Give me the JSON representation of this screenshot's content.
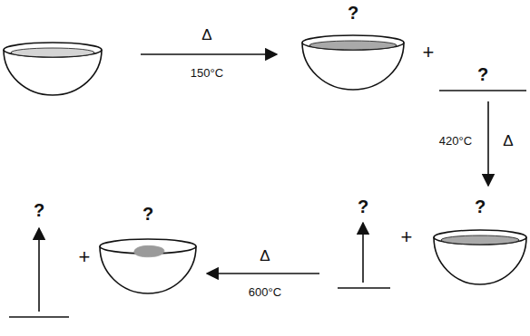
{
  "diagram": {
    "labels": [
      "Δ",
      "150°C",
      "?",
      "+",
      "?",
      "420°C",
      "Δ",
      "?",
      "+",
      "?",
      "Δ",
      "600°C",
      "?",
      "+",
      "?"
    ]
  }
}
